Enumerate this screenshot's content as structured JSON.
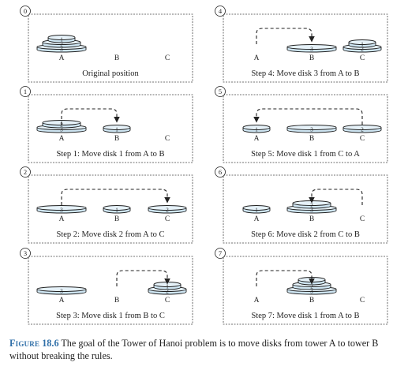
{
  "colors": {
    "disk_fill": "#cfe6f3",
    "disk_stroke": "#1f1f1f",
    "frame": "#444444",
    "accent": "#2f6fa8"
  },
  "tower_labels": [
    "A",
    "B",
    "C"
  ],
  "panels": [
    {
      "badge": "0",
      "caption": "Original position",
      "towers": [
        [
          1,
          2,
          3
        ],
        [],
        []
      ],
      "arrow": null
    },
    {
      "badge": "1",
      "caption": "Step 1: Move disk 1 from A to B",
      "towers": [
        [
          2,
          3
        ],
        [
          1
        ],
        []
      ],
      "arrow": "AB"
    },
    {
      "badge": "2",
      "caption": "Step 2: Move disk 2 from A to C",
      "towers": [
        [
          3
        ],
        [
          1
        ],
        [
          2
        ]
      ],
      "arrow": "AC"
    },
    {
      "badge": "3",
      "caption": "Step 3: Move disk 1 from B to C",
      "towers": [
        [
          3
        ],
        [],
        [
          1,
          2
        ]
      ],
      "arrow": "BC"
    },
    {
      "badge": "4",
      "caption": "Step 4: Move disk 3 from A to B",
      "towers": [
        [],
        [
          3
        ],
        [
          1,
          2
        ]
      ],
      "arrow": "AB"
    },
    {
      "badge": "5",
      "caption": "Step 5: Move disk 1 from C to A",
      "towers": [
        [
          1
        ],
        [
          3
        ],
        [
          2
        ]
      ],
      "arrow": "CA"
    },
    {
      "badge": "6",
      "caption": "Step 6: Move disk 2 from C to B",
      "towers": [
        [
          1
        ],
        [
          2,
          3
        ],
        []
      ],
      "arrow": "CB"
    },
    {
      "badge": "7",
      "caption": "Step 7: Move disk 1 from A to B",
      "towers": [
        [],
        [
          1,
          2,
          3
        ],
        []
      ],
      "arrow": "AB"
    }
  ],
  "figure_caption": {
    "label": "Figure",
    "number": "18.6",
    "text": "The goal of the Tower of Hanoi problem is to move disks from tower A to tower B without breaking the rules."
  }
}
